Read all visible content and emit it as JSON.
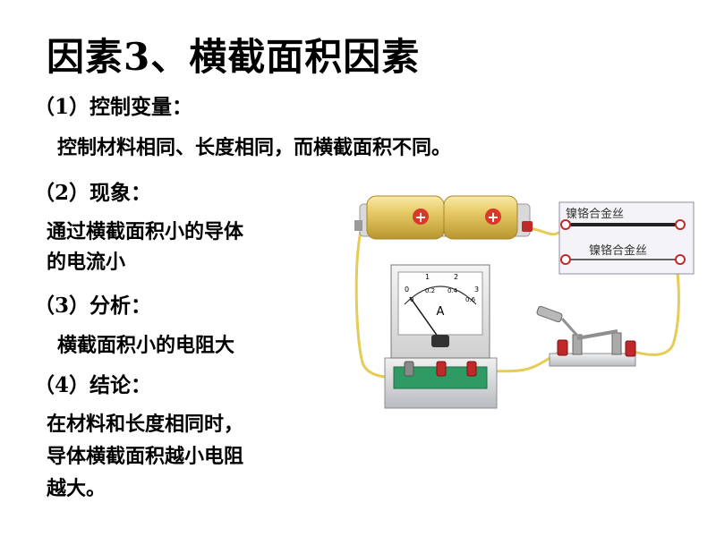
{
  "title": "因素3、横截面积因素",
  "sections": [
    {
      "heading": "（1）控制变量：",
      "lines": [
        "控制材料相同、长度相同，而横截面积不同。"
      ]
    },
    {
      "heading": "（2）现象：",
      "lines": [
        "通过横截面积小的导体",
        "的电流小"
      ]
    },
    {
      "heading": "（3）分析：",
      "lines": [
        "横截面积小的电阻大"
      ]
    },
    {
      "heading": "（4）结论：",
      "lines": [
        "在材料和长度相同时，",
        "导体横截面积越小电阻",
        "越大。"
      ]
    }
  ],
  "diagram": {
    "wire_top_label": "镍铬合金丝",
    "wire_bottom_label": "镍铬合金丝",
    "ammeter_unit": "A",
    "ammeter_scale_top": [
      "0",
      "1",
      "2",
      "3"
    ],
    "ammeter_scale_bottom": [
      "0",
      "0.2",
      "0.4",
      "0.6"
    ],
    "battery_symbol": "+",
    "colors": {
      "battery": "#e8c860",
      "wire": "#e6cc55",
      "terminal": "#c0282a",
      "meter_base": "#2f9a63"
    }
  }
}
